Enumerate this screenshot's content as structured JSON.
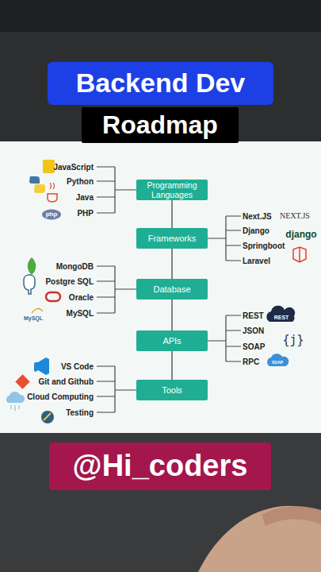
{
  "diagram": {
    "nodes": [
      {
        "text": [
          "Backend Dev"
        ]
      },
      {
        "text": [
          "Roadmap"
        ]
      },
      {
        "text": [
          "Programming Languages"
        ]
      },
      {
        "text": [
          "Frameworks"
        ]
      },
      {
        "text": [
          "Database"
        ]
      },
      {
        "text": [
          "APIs"
        ]
      },
      {
        "text": [
          "Tools"
        ]
      },
      {
        "text": [
          "@Hi_coders"
        ]
      }
    ],
    "edges": [
      {
        "from": 2,
        "to": 3,
        "arrow": "none"
      },
      {
        "from": 3,
        "to": 4,
        "arrow": "none"
      },
      {
        "from": 4,
        "to": 5,
        "arrow": "none"
      },
      {
        "from": 5,
        "to": 6,
        "arrow": "none"
      }
    ],
    "labels": [
      "JavaScript",
      "Python",
      "Java",
      "PHP",
      "Next.JS",
      "Django",
      "Springboot",
      "Laravel",
      "MongoDB",
      "Postgre SQL",
      "Oracle",
      "MySQL",
      "REST",
      "JSON",
      "SOAP",
      "RPC",
      "VS Code",
      "Git and Github",
      "Cloud Computing",
      "Testing",
      "php",
      "MySQL",
      "NEXT.JS",
      "django",
      "REST",
      "{j}",
      "SOAP"
    ]
  }
}
